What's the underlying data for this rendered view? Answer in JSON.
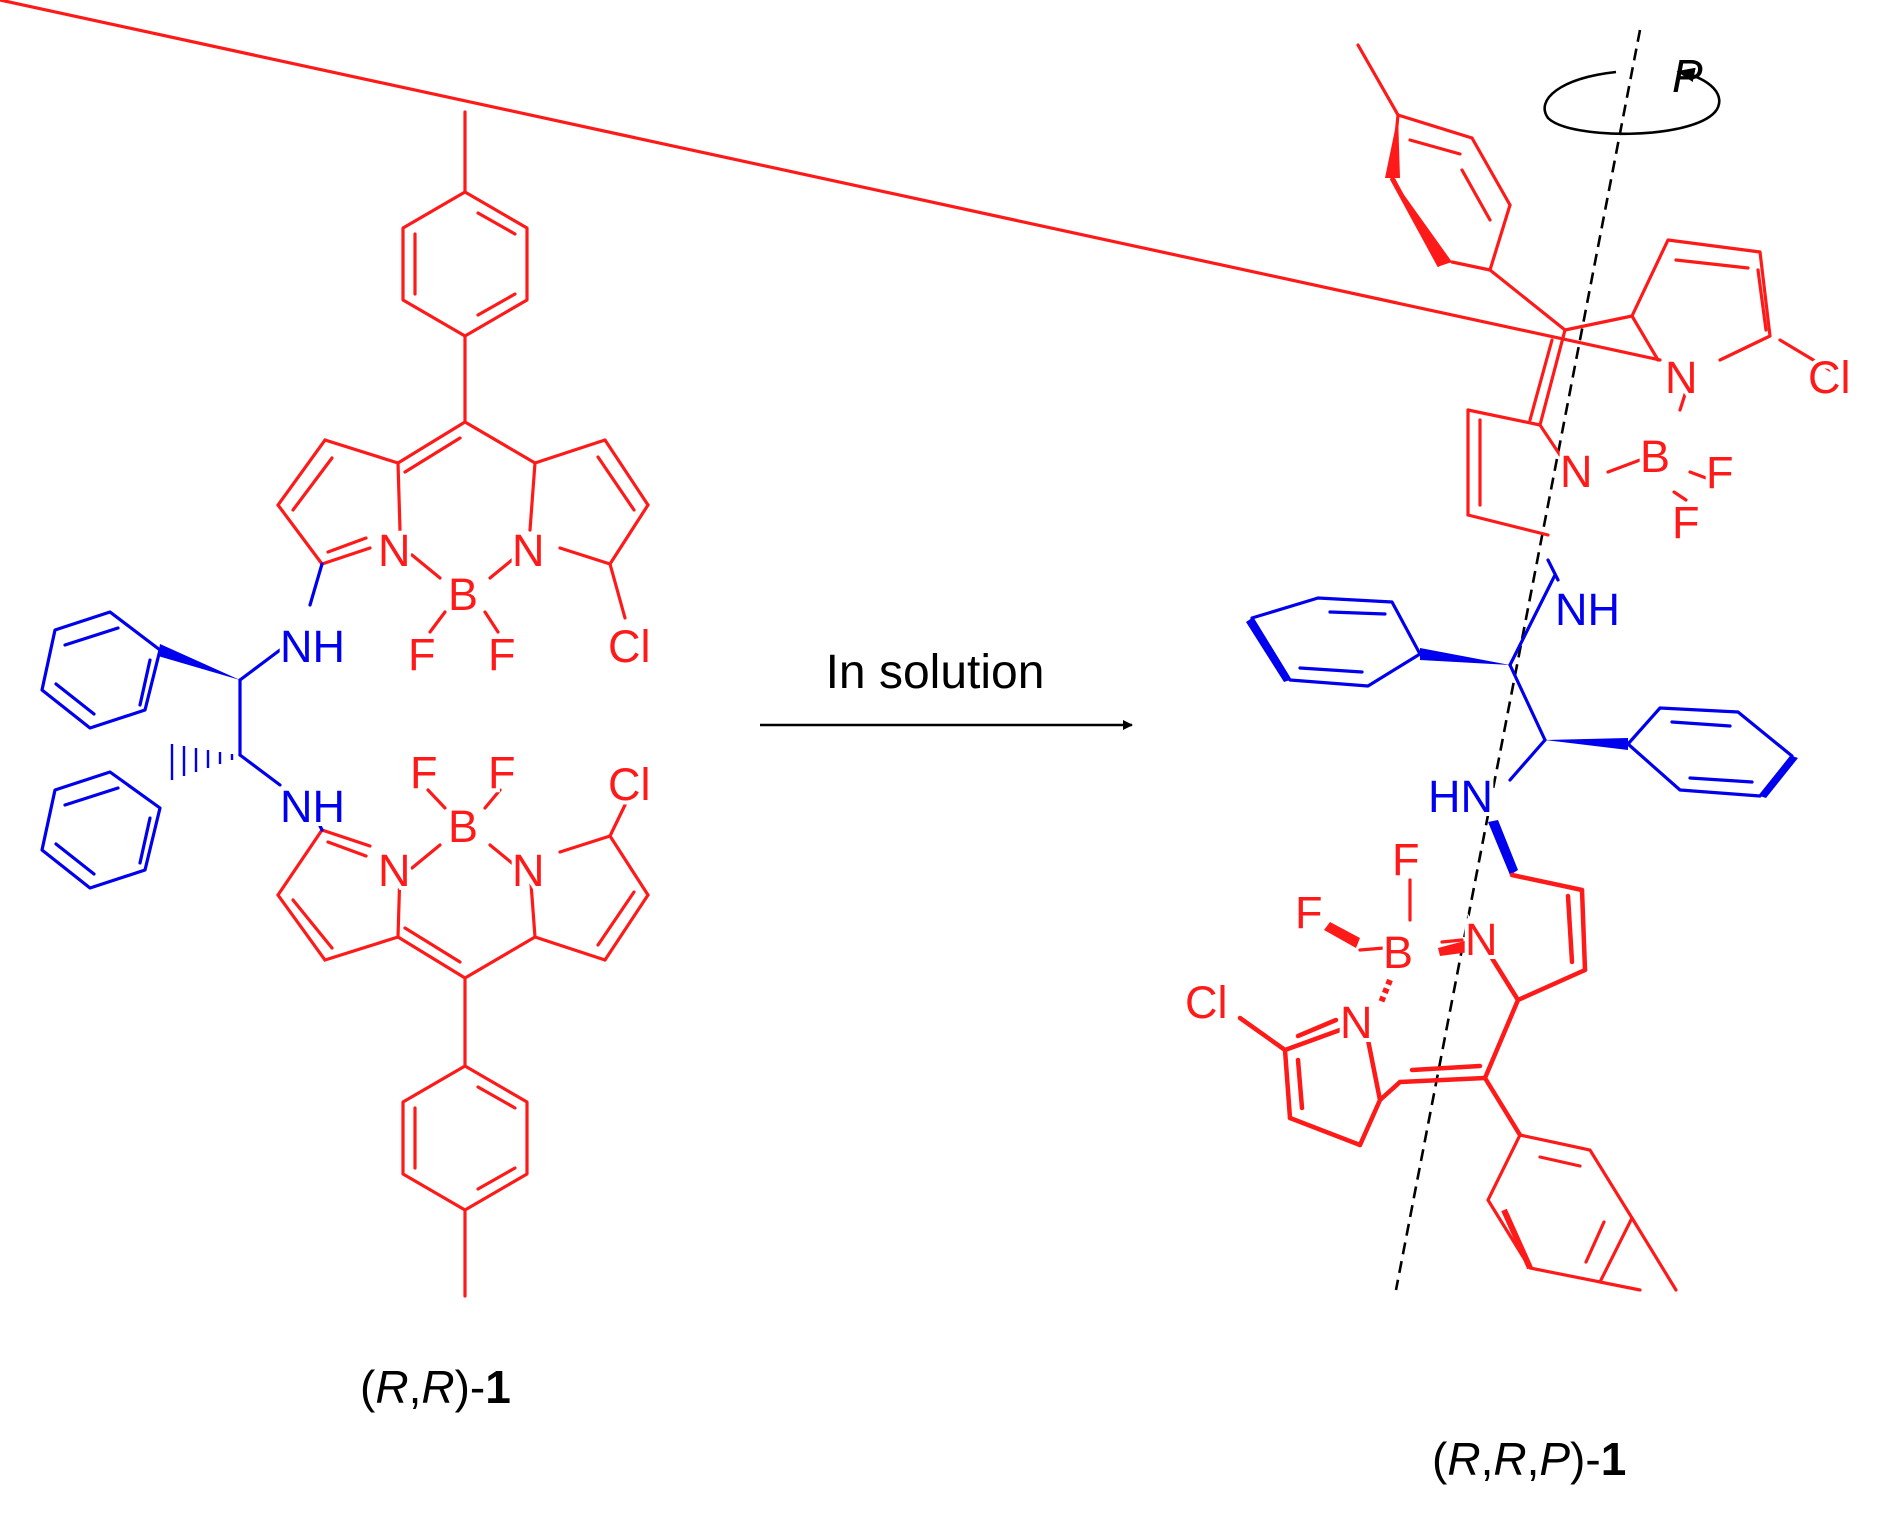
{
  "colors": {
    "dye": "#ff1a1a",
    "diamine": "#0000ee",
    "arrow": "#000000",
    "axis": "#000000"
  },
  "reaction": {
    "condition": "In solution"
  },
  "left_molecule": {
    "caption_parts": [
      "(",
      "R",
      ",",
      "R",
      ")-",
      "1"
    ],
    "atoms": {
      "nh_top": "NH",
      "nh_bottom": "NH",
      "top_n1": "N",
      "top_n2": "N",
      "top_b": "B",
      "top_f1": "F",
      "top_f2": "F",
      "top_cl": "Cl",
      "bot_n1": "N",
      "bot_n2": "N",
      "bot_b": "B",
      "bot_f1": "F",
      "bot_f2": "F",
      "bot_cl": "Cl"
    }
  },
  "right_molecule": {
    "caption_parts": [
      "(",
      "R",
      ",",
      "R",
      ",",
      "P",
      ")-",
      "1"
    ],
    "helicity_label": "P",
    "atoms": {
      "top_n1": "N",
      "top_n2": "N",
      "top_b": "B",
      "top_f1": "F",
      "top_f2": "F",
      "top_cl": "Cl",
      "nh_top": "NH",
      "hn_bottom": "HN",
      "bot_n1": "N",
      "bot_n2": "N",
      "bot_b": "B",
      "bot_f1": "F",
      "bot_f2": "F",
      "bot_cl": "Cl"
    }
  }
}
